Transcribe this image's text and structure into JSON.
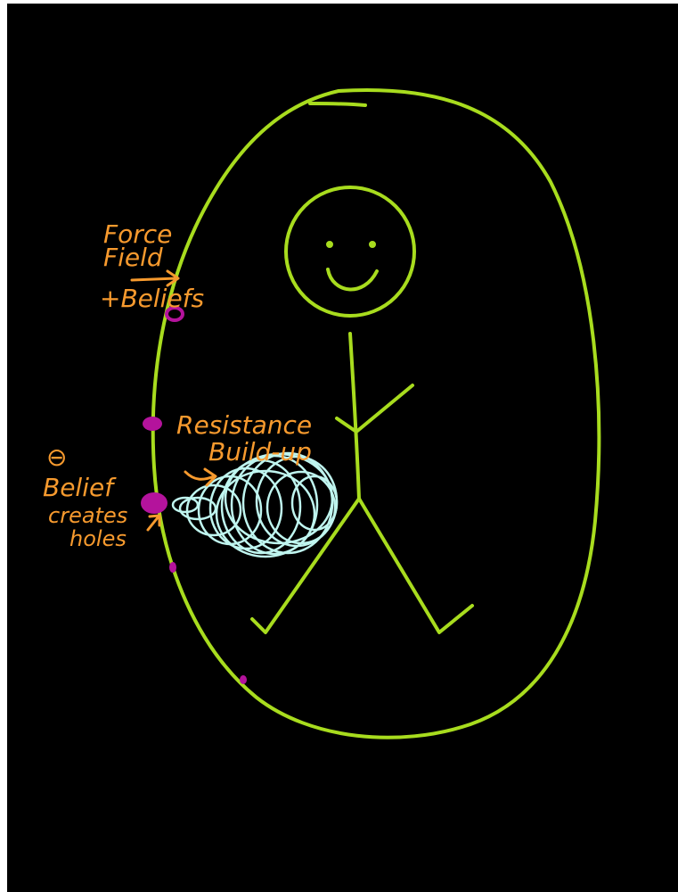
{
  "labels": {
    "force_field": [
      "Force",
      "Field"
    ],
    "plus_beliefs": "+Beliefs",
    "minus_symbol": "⊖",
    "belief_creates_holes": [
      "Belief",
      "creates",
      "holes"
    ],
    "resistance": "Resistance",
    "build_up": "Build-up"
  },
  "colors": {
    "background": "#000000",
    "field": "#a8dc1e",
    "text": "#f79a2e",
    "holes": "#b4139c",
    "resistance": "#bff5ef"
  }
}
